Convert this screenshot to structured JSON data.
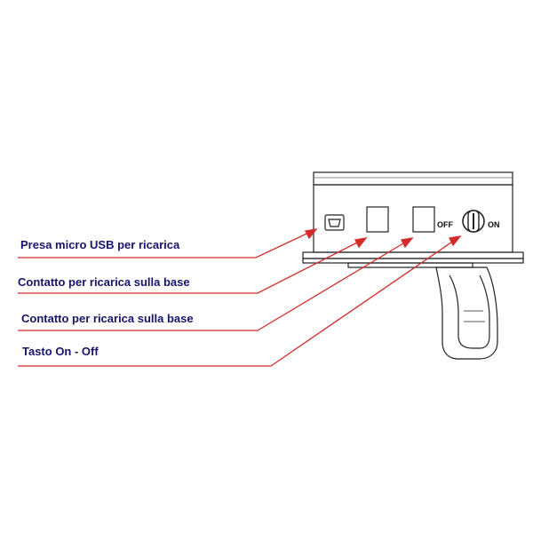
{
  "callouts": [
    {
      "id": "usb",
      "label": "Presa micro USB per ricarica"
    },
    {
      "id": "contact-1",
      "label": "Contatto per ricarica sulla base"
    },
    {
      "id": "contact-2",
      "label": "Contatto per ricarica sulla base"
    },
    {
      "id": "switch",
      "label": "Tasto On - Off"
    }
  ],
  "device": {
    "switch_off_label": "OFF",
    "switch_on_label": "ON"
  },
  "colors": {
    "label_text": "#15156b",
    "leader_line": "#d62b2b",
    "drawing_stroke": "#222222"
  }
}
